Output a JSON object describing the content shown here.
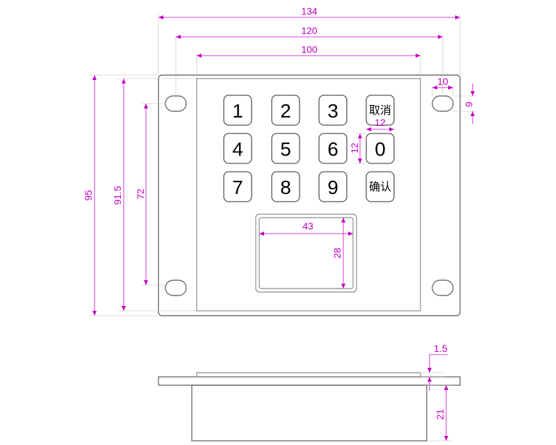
{
  "keys": {
    "k1": "1",
    "k2": "2",
    "k3": "3",
    "cancel": "取消",
    "k4": "4",
    "k5": "5",
    "k6": "6",
    "k0": "0",
    "k7": "7",
    "k8": "8",
    "k9": "9",
    "confirm": "确认"
  },
  "dimensions": {
    "overall_width": "134",
    "hole_spacing_width": "120",
    "face_width": "100",
    "hole_width": "10",
    "hole_height": "6",
    "key_width": "12",
    "key_height": "12",
    "overall_height": "95",
    "body_height": "91.5",
    "hole_spacing_height": "72",
    "window_width": "43",
    "window_height": "28",
    "plate_thickness": "1.5",
    "body_depth": "21"
  },
  "colors": {
    "dimension": "#c400c4",
    "outline": "#8a8a8a",
    "background": "#ffffff"
  }
}
